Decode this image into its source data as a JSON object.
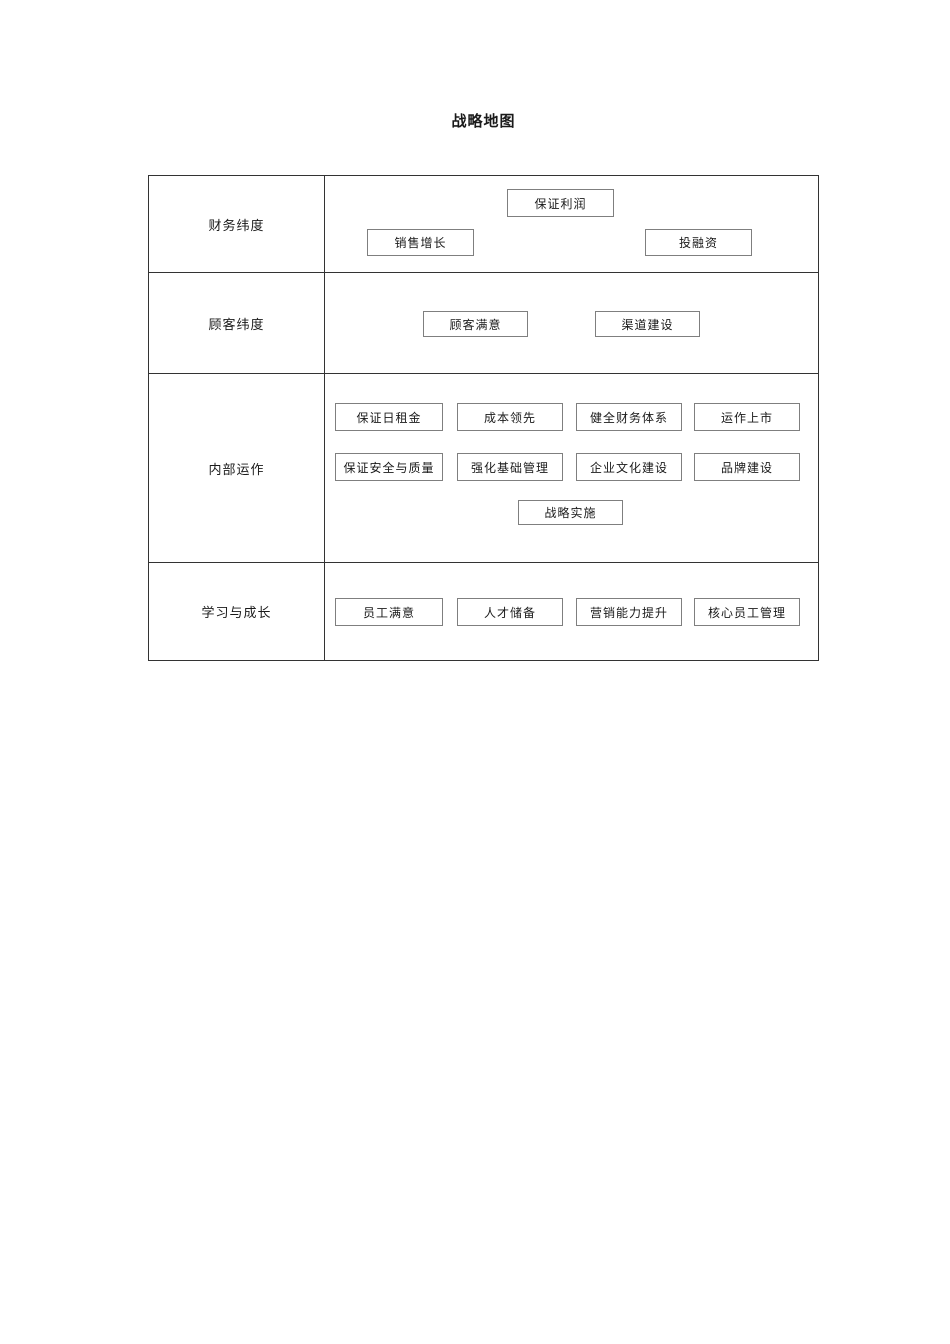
{
  "title": "战略地图",
  "diagram": {
    "rows": [
      {
        "label": "财务纬度",
        "boxes": [
          "保证利润",
          "销售增长",
          "投融资"
        ]
      },
      {
        "label": "顾客纬度",
        "boxes": [
          "顾客满意",
          "渠道建设"
        ]
      },
      {
        "label": "内部运作",
        "boxes": [
          "保证日租金",
          "成本领先",
          "健全财务体系",
          "运作上市",
          "保证安全与质量",
          "强化基础管理",
          "企业文化建设",
          "品牌建设",
          "战略实施"
        ]
      },
      {
        "label": "学习与成长",
        "boxes": [
          "员工满意",
          "人才储备",
          "营销能力提升",
          "核心员工管理"
        ]
      }
    ]
  },
  "colors": {
    "table_border": "#333333",
    "node_border": "#7f7f7f",
    "text": "#1a1a1a",
    "background": "#ffffff"
  }
}
